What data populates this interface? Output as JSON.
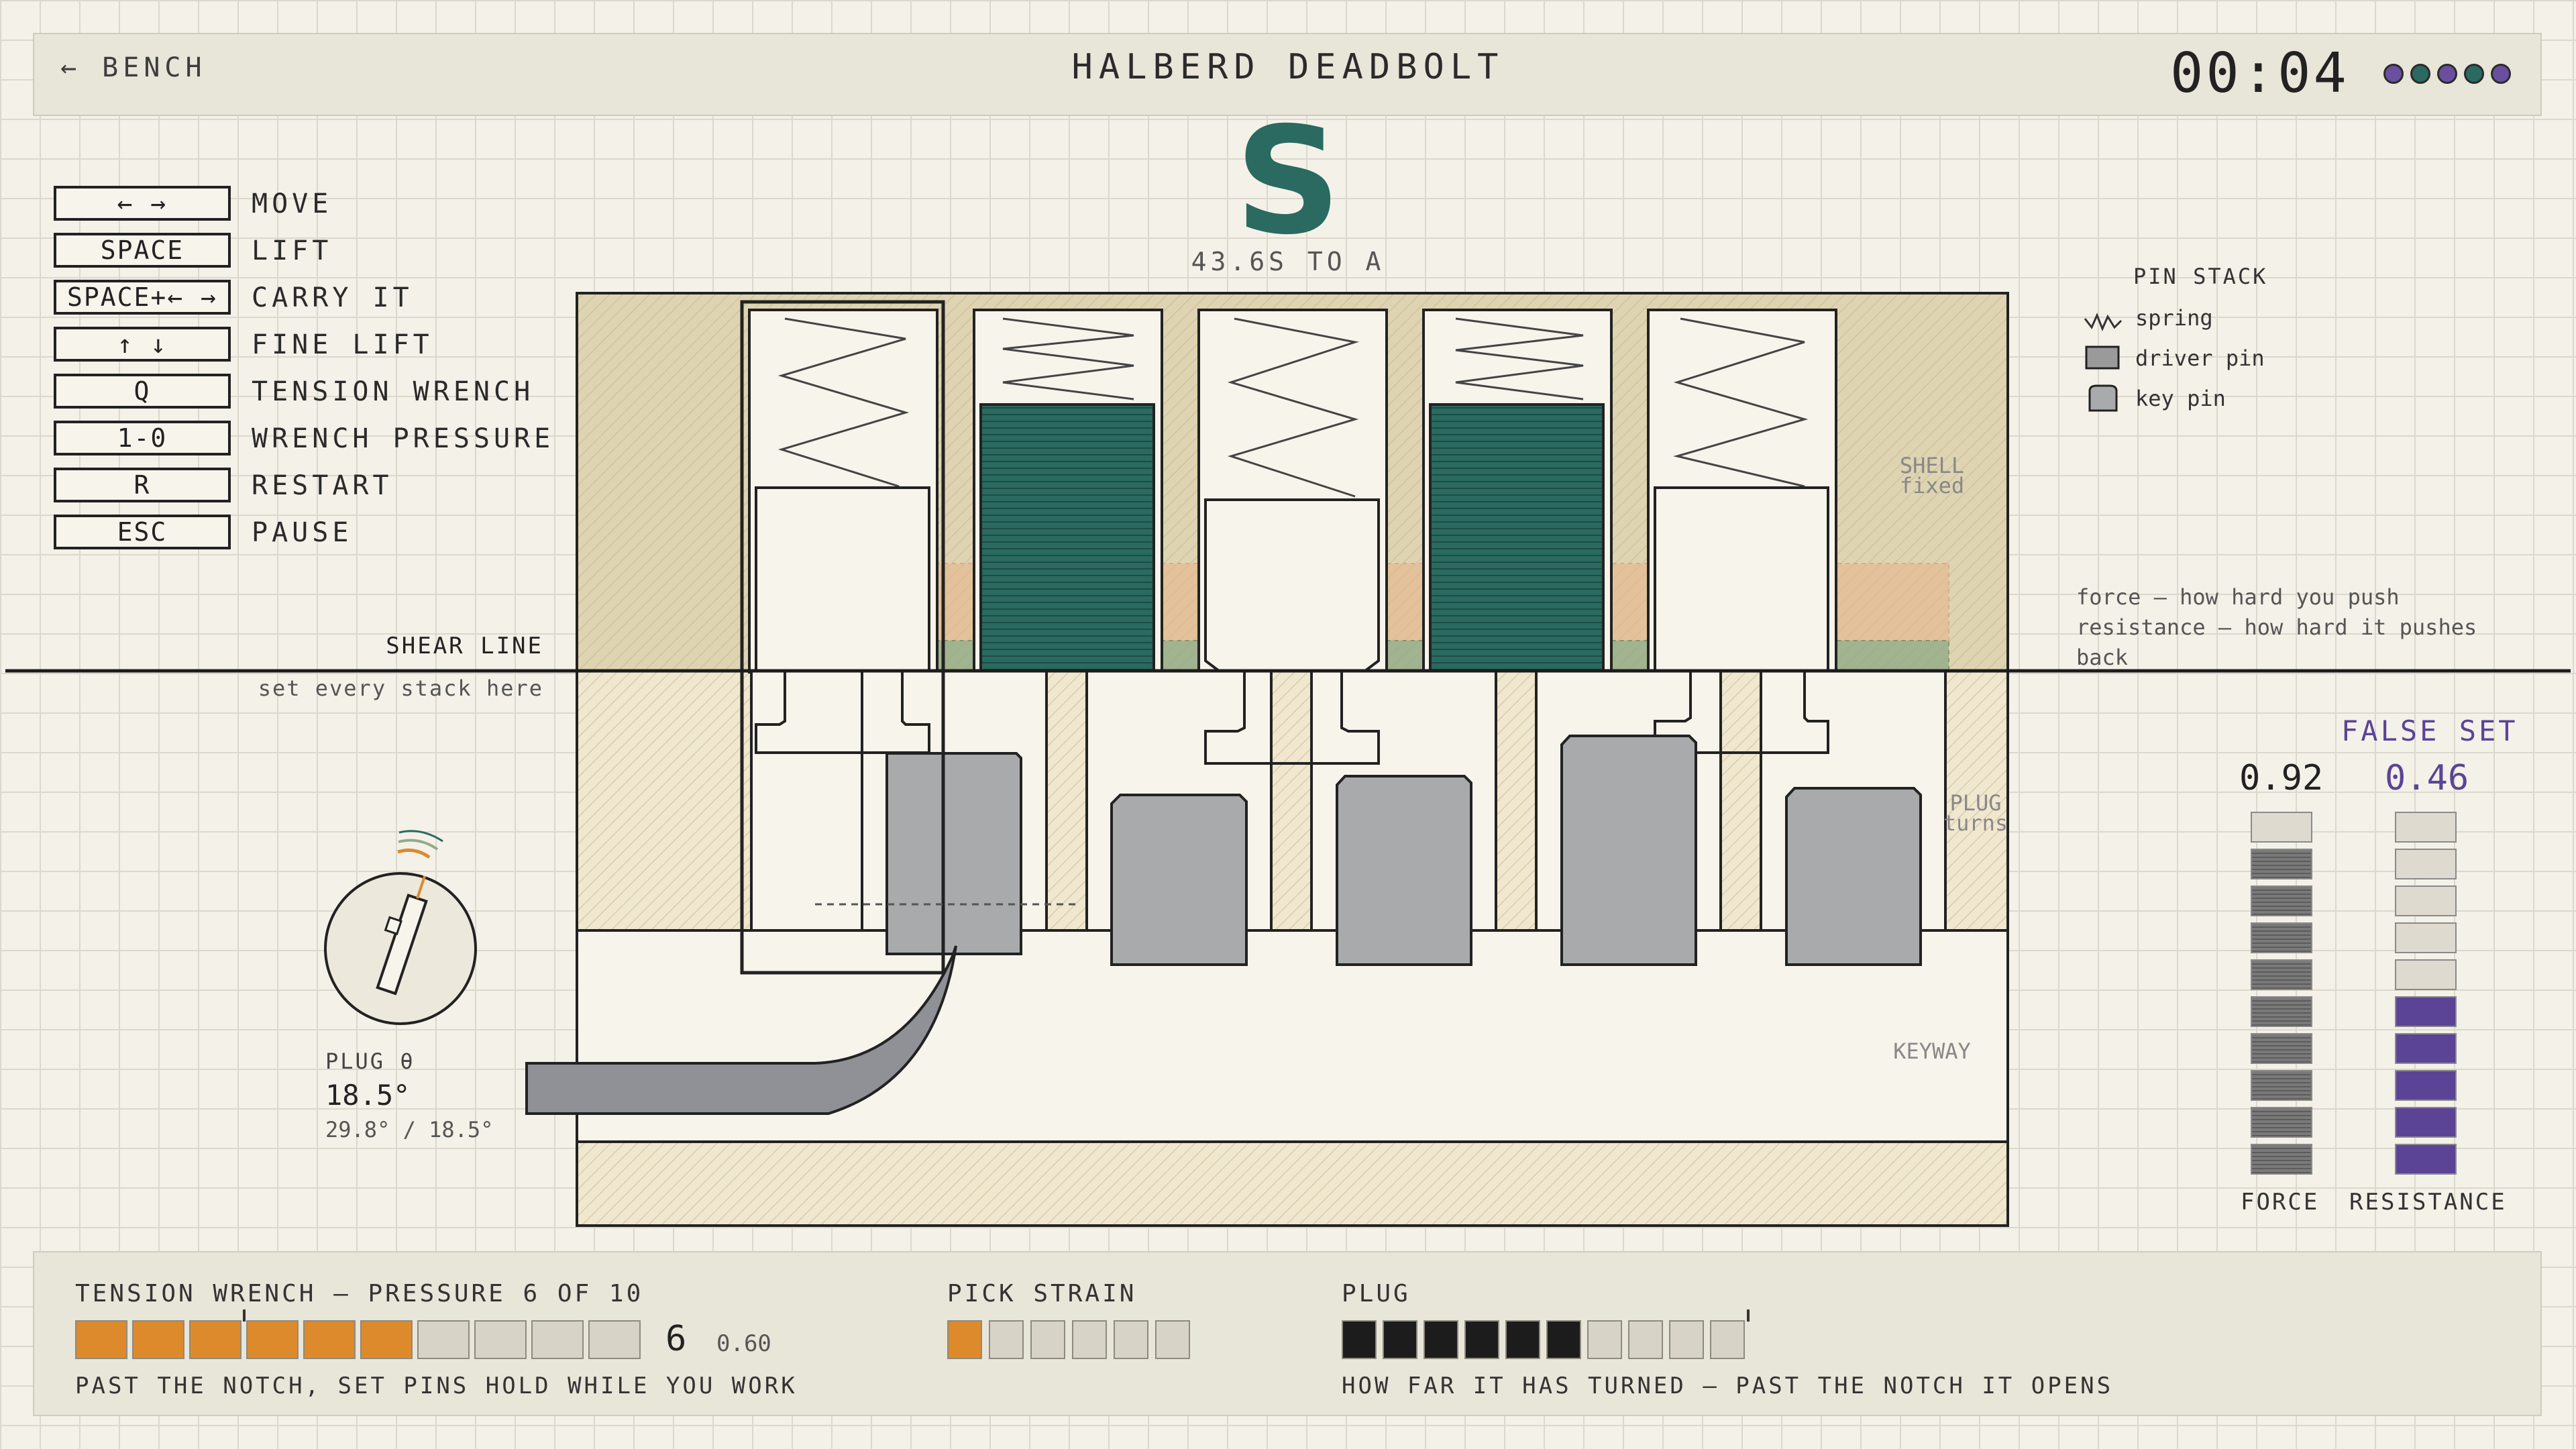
{
  "header": {
    "back_label": "← BENCH",
    "title": "HALBERD DEADBOLT",
    "timer": "00:04",
    "progress_dots": [
      "#6a4f9f",
      "#2a6a60",
      "#6a4f9f",
      "#2a6a60",
      "#6a4f9f"
    ]
  },
  "grade": {
    "letter": "S",
    "next": "43.6S TO A"
  },
  "controls": [
    {
      "key": "← →",
      "action": "MOVE"
    },
    {
      "key": "SPACE",
      "action": "LIFT"
    },
    {
      "key": "SPACE+← →",
      "action": "CARRY IT"
    },
    {
      "key": "↑ ↓",
      "action": "FINE LIFT"
    },
    {
      "key": "Q",
      "action": "TENSION WRENCH"
    },
    {
      "key": "1-0",
      "action": "WRENCH PRESSURE"
    },
    {
      "key": "R",
      "action": "RESTART"
    },
    {
      "key": "ESC",
      "action": "PAUSE"
    }
  ],
  "shear": {
    "title": "SHEAR LINE",
    "hint": "set every stack here"
  },
  "lock": {
    "shell_label": "SHELL",
    "shell_sub": "fixed",
    "plug_label": "PLUG",
    "plug_sub": "turns",
    "keyway_label": "KEYWAY",
    "selected_pin": 1,
    "pins": [
      {
        "state": "lifting",
        "driver_color": "#6a4b9c"
      },
      {
        "state": "set",
        "driver_color": "#2a6a60"
      },
      {
        "state": "lifting",
        "driver_color": "#6a4b9c"
      },
      {
        "state": "set",
        "driver_color": "#2a6a60"
      },
      {
        "state": "lifting",
        "driver_color": "#6a4b9c"
      }
    ]
  },
  "legend": {
    "title": "PIN STACK",
    "items": [
      {
        "icon": "spring-icon",
        "label": "spring"
      },
      {
        "icon": "driver-pin-icon",
        "label": "driver pin"
      },
      {
        "icon": "key-pin-icon",
        "label": "key pin"
      }
    ],
    "note_line1": "force — how hard you push",
    "note_line2": "resistance — how hard it pushes",
    "note_line3": "back"
  },
  "meters": {
    "status": "FALSE SET",
    "force": 0.92,
    "force_display": "0.92",
    "resistance": 0.46,
    "resistance_display": "0.46",
    "force_label": "FORCE",
    "resistance_label": "RESISTANCE",
    "segments": 10,
    "force_color": "#7a7a7a",
    "resistance_color": "#5b4496"
  },
  "plug": {
    "label": "PLUG θ",
    "angle": "18.5°",
    "detail": "29.8° / 18.5°",
    "angle_deg": 18.5
  },
  "tension": {
    "title": "TENSION WRENCH — PRESSURE 6 OF 10",
    "level": 6,
    "segments": 10,
    "value": "6",
    "fraction": "0.60",
    "notch_segment": 3,
    "description": "PAST THE NOTCH, SET PINS HOLD WHILE YOU WORK",
    "color": "#dd8a2c"
  },
  "strain": {
    "title": "PICK STRAIN",
    "level": 1,
    "segments": 6,
    "color": "#dd8a2c"
  },
  "plug_turn": {
    "title": "PLUG",
    "level": 6,
    "segments": 10,
    "notch_segment": 10,
    "description": "HOW FAR IT HAS TURNED — PAST THE NOTCH IT OPENS",
    "color": "#1c1c1c"
  }
}
